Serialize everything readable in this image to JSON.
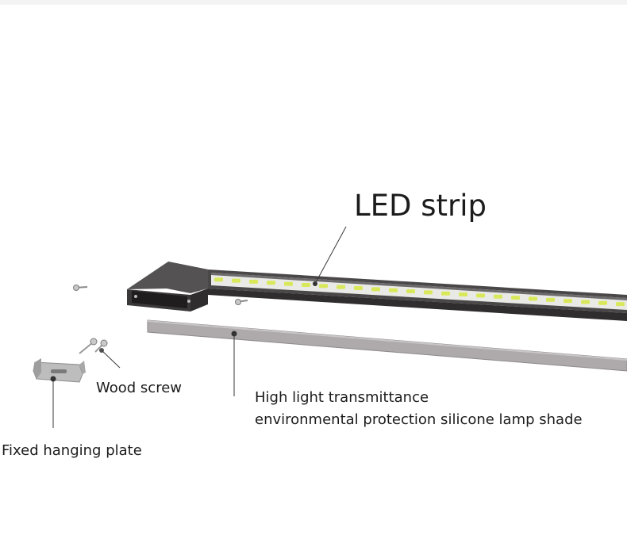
{
  "diagram": {
    "labels": {
      "led_strip": "LED strip",
      "wood_screw": "Wood screw",
      "lamp_shade_line1": "High light transmittance",
      "lamp_shade_line2": "environmental protection silicone lamp shade",
      "hanging_plate": "Fixed hanging plate"
    },
    "colors": {
      "housing": "#4a4748",
      "housing_dark": "#2f2d2e",
      "led": "#d9e85a",
      "shade": "#aeaaab",
      "plate": "#bdbdbd",
      "leader": "#3a3a3a"
    }
  }
}
